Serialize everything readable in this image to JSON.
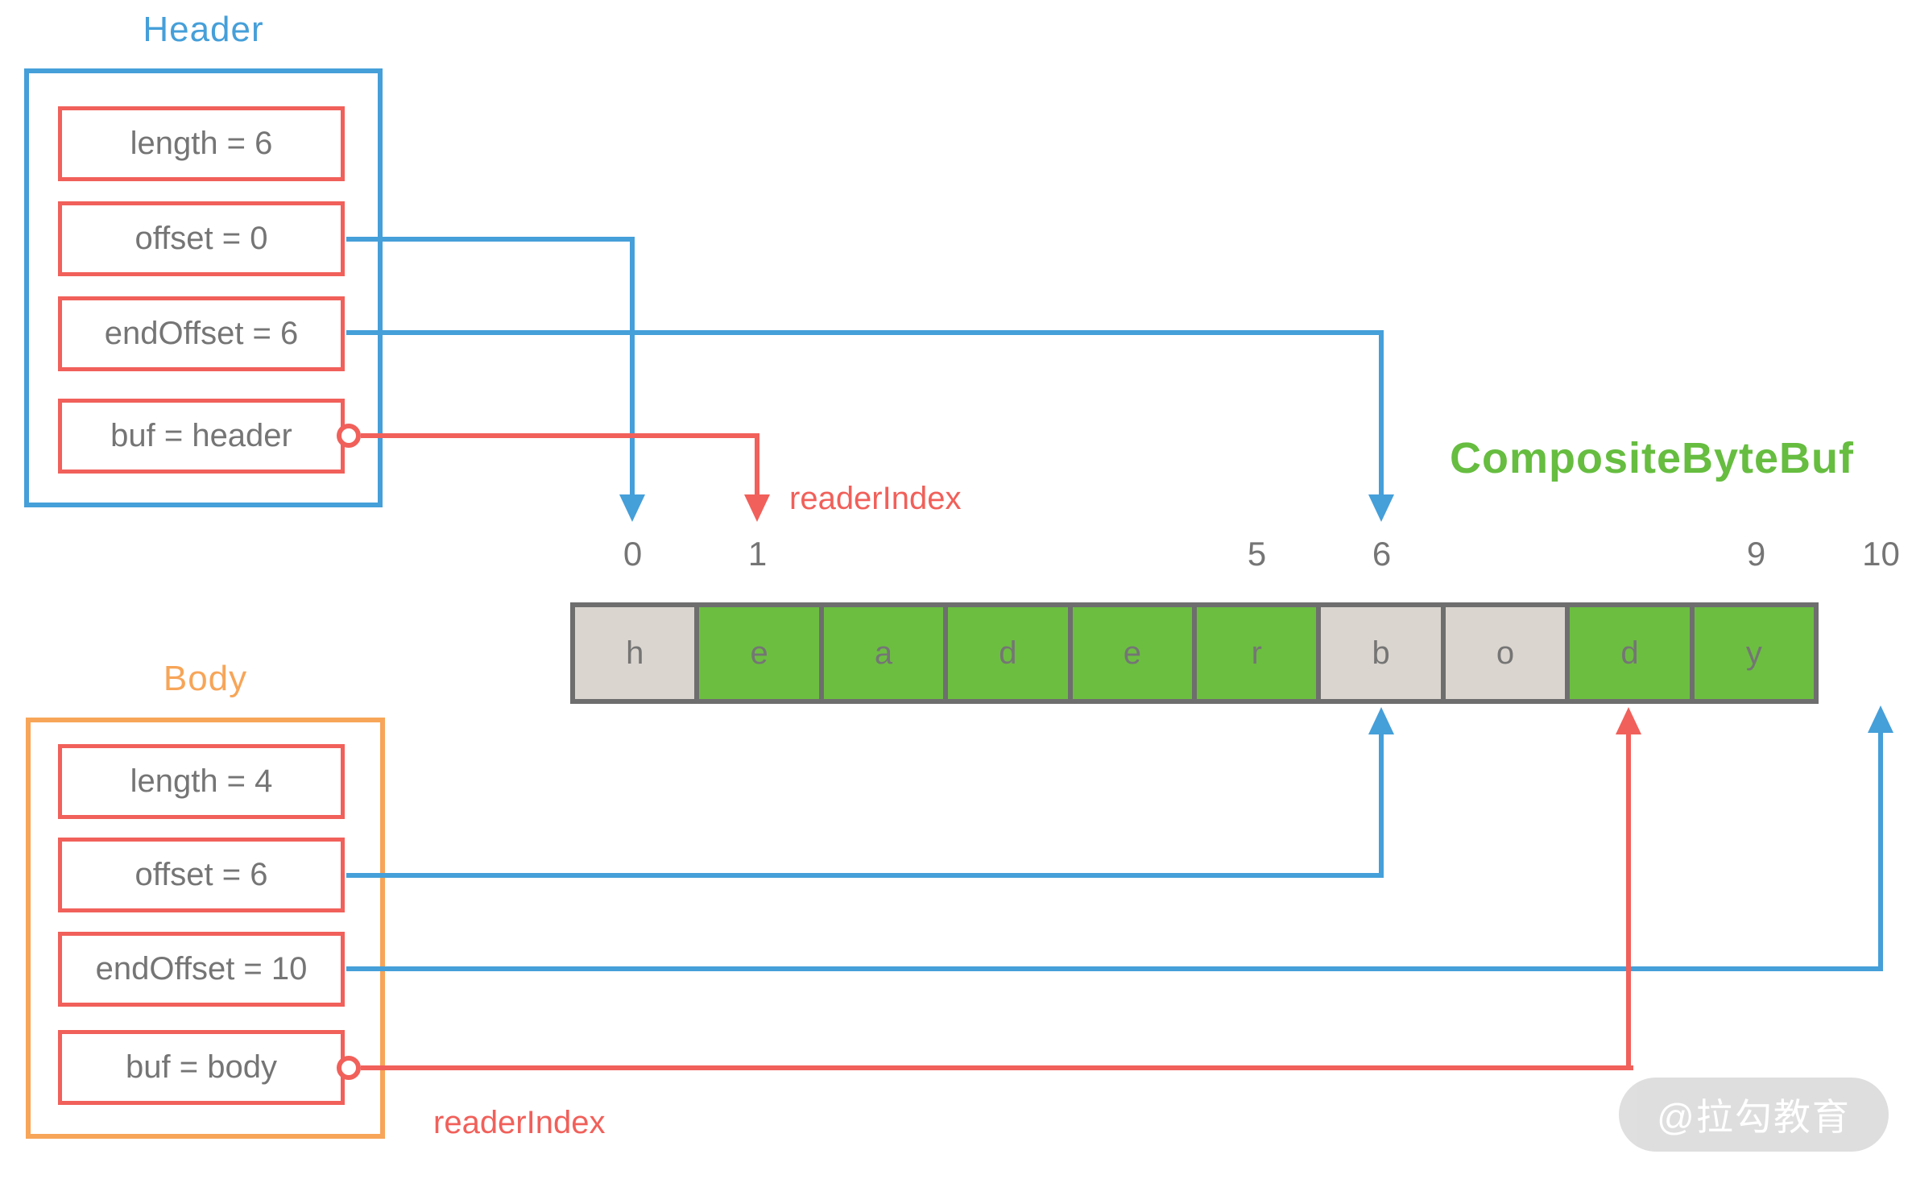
{
  "header_panel": {
    "title": "Header",
    "fields": [
      "length = 6",
      "offset = 0",
      "endOffset = 6",
      "buf = header"
    ]
  },
  "body_panel": {
    "title": "Body",
    "fields": [
      "length = 4",
      "offset = 6",
      "endOffset = 10",
      "buf = body"
    ]
  },
  "composite_label": "CompositeByteBuf",
  "reader_index_top_label": "readerIndex",
  "reader_index_bottom_label": "readerIndex",
  "buffer": {
    "cells": [
      {
        "char": "h",
        "state": "read"
      },
      {
        "char": "e",
        "state": "unread"
      },
      {
        "char": "a",
        "state": "unread"
      },
      {
        "char": "d",
        "state": "unread"
      },
      {
        "char": "e",
        "state": "unread"
      },
      {
        "char": "r",
        "state": "unread"
      },
      {
        "char": "b",
        "state": "read"
      },
      {
        "char": "o",
        "state": "read"
      },
      {
        "char": "d",
        "state": "unread"
      },
      {
        "char": "y",
        "state": "unread"
      }
    ],
    "index_labels": [
      {
        "text": "0",
        "cell": 0
      },
      {
        "text": "1",
        "cell": 1
      },
      {
        "text": "5",
        "cell": 5
      },
      {
        "text": "6",
        "cell": 6
      },
      {
        "text": "9",
        "cell": 9
      },
      {
        "text": "10",
        "cell": 10
      }
    ]
  },
  "watermark_text": "@拉勾教育",
  "colors": {
    "blue": "#459FD9",
    "red": "#F1605A",
    "orange": "#F7A558",
    "green_cell": "#6CBE41",
    "green_label": "#66BD40",
    "gray_cell": "#DBD5CF",
    "cell_border": "#6E6E6E",
    "text_gray": "#757575",
    "watermark_bg": "#DCDCDC",
    "watermark_text": "#FFFFFF"
  }
}
